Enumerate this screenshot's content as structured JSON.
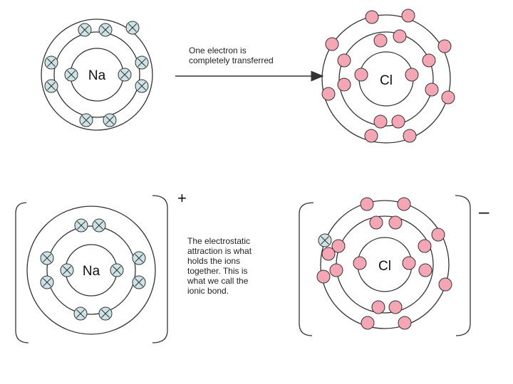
{
  "transfer_caption": "One electron is\ncompletely transferred",
  "bond_caption": "The electrostatic\nattraction is what\nholds the ions\ntogether. This is\nwhat we call the\nionic bond.",
  "atoms": {
    "sodium_symbol": "Na",
    "chlorine_symbol": "Cl"
  },
  "charges": {
    "sodium_ion": "+",
    "chloride_ion": "–"
  },
  "colors": {
    "sodium_electron_fill": "#cde3e6",
    "chlorine_electron_fill": "#f4a6b4",
    "line": "#333333"
  },
  "icons": {
    "sodium_electron": "crossed-circle-electron",
    "chlorine_electron": "solid-circle-electron",
    "arrow": "right-arrow"
  }
}
